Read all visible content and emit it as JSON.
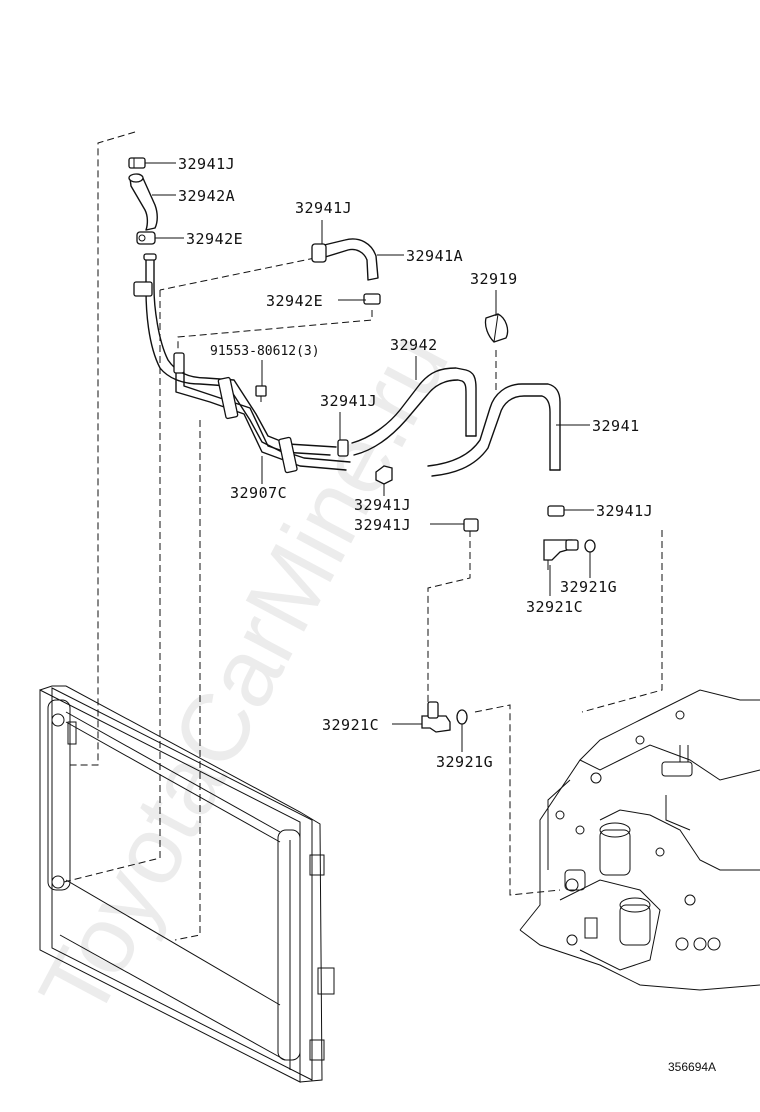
{
  "watermark": "ToyotaCarMine.ru",
  "diagram_code": "356694A",
  "parts": {
    "clip_top": "32941J",
    "hose_top": "32942A",
    "clamp_top": "32942E",
    "clip_hose_a": "32941J",
    "hose_a": "32941A",
    "clamp_e": "32942E",
    "clamp_32919": "32919",
    "bolt": "91553-80612(3)",
    "hose_32942": "32942",
    "clip_mid": "32941J",
    "hose_32941": "32941",
    "tube_assy": "32907C",
    "clip_lower1": "32941J",
    "clip_lower2": "32941J",
    "clip_right": "32941J",
    "gasket_upper": "32921G",
    "union_upper": "32921C",
    "union_lower": "32921C",
    "gasket_lower": "32921G"
  }
}
